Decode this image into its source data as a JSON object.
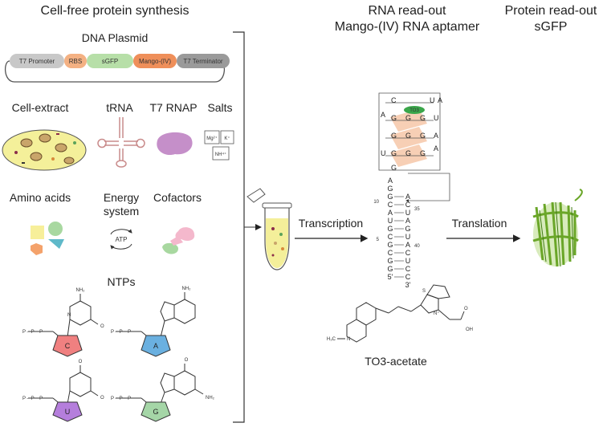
{
  "headers": {
    "cell_free": "Cell-free protein synthesis",
    "rna_readout_line1": "RNA read-out",
    "rna_readout_line2": "Mango-(IV) RNA aptamer",
    "protein_readout_line1": "Protein read-out",
    "protein_readout_line2": "sGFP"
  },
  "plasmid": {
    "title": "DNA Plasmid",
    "segments": [
      {
        "label": "T7 Promoter",
        "color": "#c8c8c8"
      },
      {
        "label": "RBS",
        "color": "#f4b183"
      },
      {
        "label": "sGFP",
        "color": "#b7dfa8"
      },
      {
        "label": "Mango-(IV)",
        "color": "#ef8f5a"
      },
      {
        "label": "T7 Terminator",
        "color": "#9a9a9a"
      }
    ]
  },
  "components": {
    "cell_extract": "Cell-extract",
    "trna": "tRNA",
    "t7_rnap": "T7 RNAP",
    "salts": "Salts",
    "salt_ions": [
      "Mg²⁺",
      "K⁺",
      "NH⁴⁺"
    ],
    "amino_acids": "Amino acids",
    "energy_line1": "Energy",
    "energy_line2": "system",
    "atp": "ATP",
    "cofactors": "Cofactors",
    "ntps": "NTPs",
    "nucleotides": [
      {
        "base": "C",
        "color": "#f08080"
      },
      {
        "base": "A",
        "color": "#6ab0e0"
      },
      {
        "base": "U",
        "color": "#b57edc"
      },
      {
        "base": "G",
        "color": "#a5d6a7"
      }
    ],
    "ppp": "P – P – P"
  },
  "process": {
    "transcription": "Transcription",
    "translation": "Translation"
  },
  "aptamer": {
    "stem_left": [
      "A",
      "G",
      "G",
      "C",
      "A",
      "U",
      "G",
      "C",
      "G",
      "C",
      "G",
      "G",
      "5'"
    ],
    "stem_right": [
      "A",
      "C",
      "U",
      "A",
      "G",
      "U",
      "A",
      "C",
      "U",
      "C",
      "C",
      "3'"
    ],
    "positions": [
      "10",
      "35",
      "5",
      "40"
    ],
    "loop_bases": [
      "C",
      "G",
      "U",
      "A",
      "A",
      "G",
      "G",
      "U",
      "G",
      "G",
      "G",
      "A",
      "A",
      "U",
      "G",
      "G",
      "G",
      "G"
    ],
    "ligand_tag": "TO3",
    "dye_label": "TO3-acetate",
    "dye_atoms": [
      "S",
      "N⁺",
      "N",
      "H₃C",
      "OH",
      "O"
    ]
  },
  "colors": {
    "plasmid_line": "#555555",
    "quadruplex": "#f6c7a8",
    "ligand": "#3aa64a",
    "gfp": "#6aa628",
    "tube_liquid": "#f4ef9a",
    "extract": "#f4f09a"
  }
}
